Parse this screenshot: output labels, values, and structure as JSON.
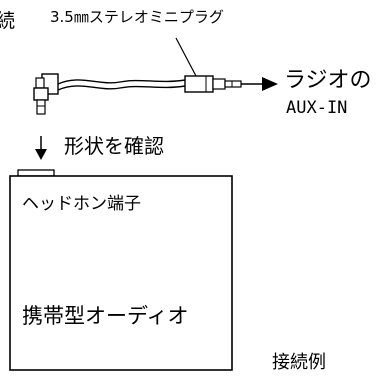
{
  "labels": {
    "corner_fragment": "続",
    "plug_label": "3.5㎜ステレオミニプラグ",
    "radio_label": "ラジオの",
    "aux_in": "AUX-IN",
    "check_shape": "形状を確認",
    "headphone_jack": "ヘッドホン端子",
    "device": "携帯型オーディオ",
    "example": "接続例"
  }
}
